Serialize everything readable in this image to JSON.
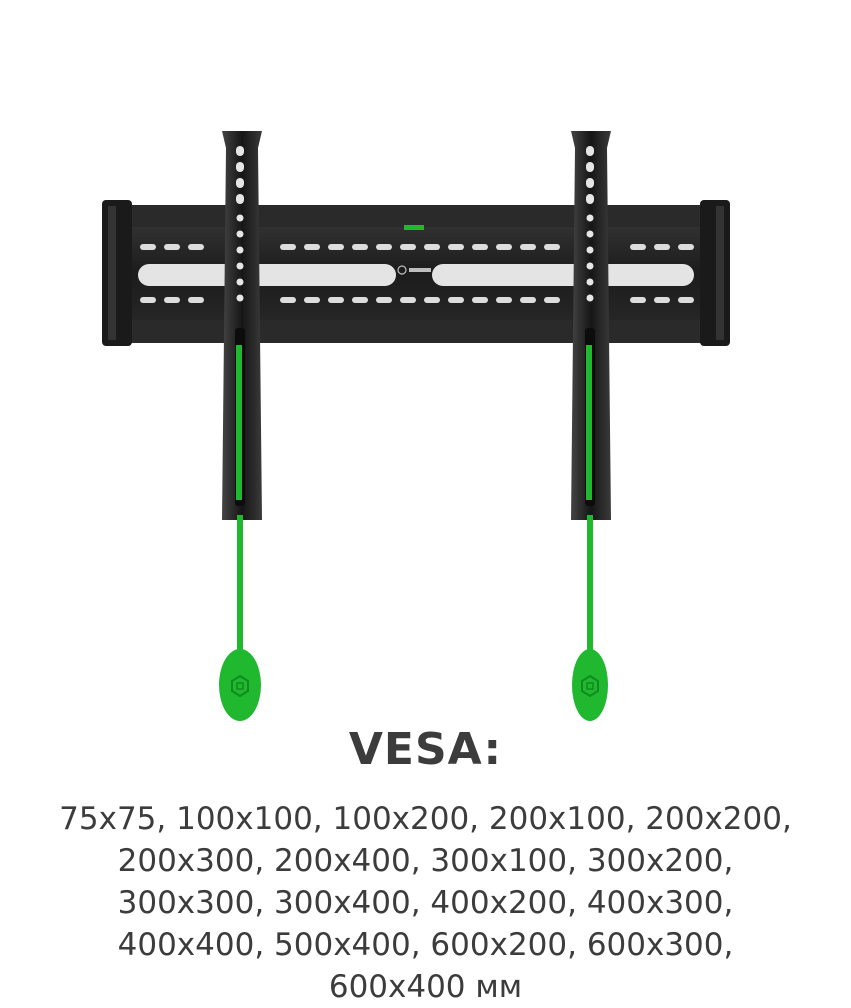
{
  "product": {
    "brand_logo": "onkron-logo",
    "lanyard_tag_icon": "onkron-hex-icon",
    "colors": {
      "bracket": "#1c1c1c",
      "accent": "#1fb82e"
    }
  },
  "vesa": {
    "title": "VESA:",
    "lines": [
      "75x75, 100x100, 100x200, 200x100, 200x200,",
      "200x300, 200x400, 300x100, 300x200,",
      "300x300, 300x400, 400x200, 400x300,",
      "400x400, 500x400, 600x200, 600x300,",
      "600x400 мм"
    ]
  }
}
